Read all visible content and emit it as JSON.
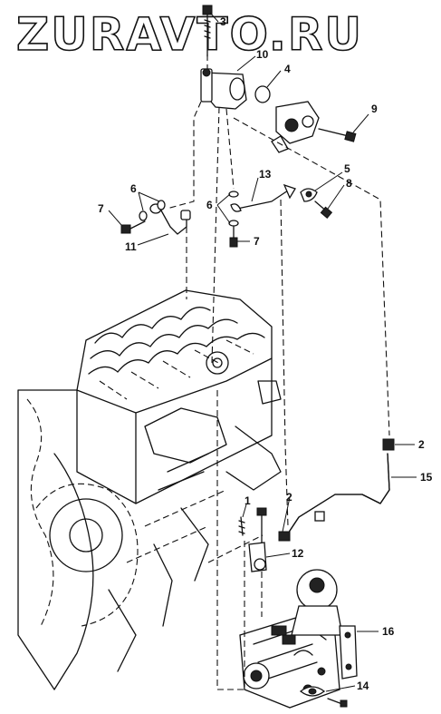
{
  "watermark": "ZURAVTO.RU",
  "callouts": [
    {
      "id": "c3",
      "text": "3"
    },
    {
      "id": "c10",
      "text": "10"
    },
    {
      "id": "c4",
      "text": "4"
    },
    {
      "id": "c9",
      "text": "9"
    },
    {
      "id": "c13",
      "text": "13"
    },
    {
      "id": "c5",
      "text": "5"
    },
    {
      "id": "c8",
      "text": "8"
    },
    {
      "id": "c6a",
      "text": "6"
    },
    {
      "id": "c7a",
      "text": "7"
    },
    {
      "id": "c11",
      "text": "11"
    },
    {
      "id": "c6b",
      "text": "6"
    },
    {
      "id": "c7b",
      "text": "7"
    },
    {
      "id": "c2a",
      "text": "2"
    },
    {
      "id": "c15",
      "text": "15"
    },
    {
      "id": "c1",
      "text": "1"
    },
    {
      "id": "c2b",
      "text": "2"
    },
    {
      "id": "c12",
      "text": "12"
    },
    {
      "id": "c16",
      "text": "16"
    },
    {
      "id": "c14",
      "text": "14"
    }
  ]
}
